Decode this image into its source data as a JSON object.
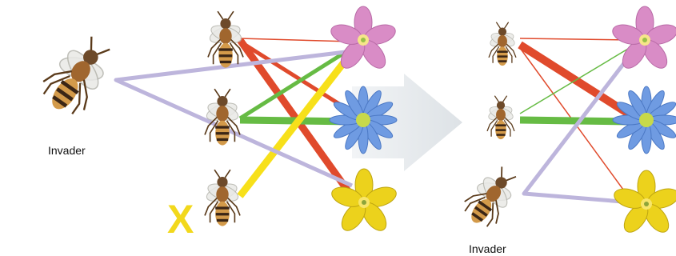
{
  "labels": {
    "invader_left": "Invader",
    "invader_right": "Invader",
    "removed_mark": "X"
  },
  "colors": {
    "link_purple": "#bdb5dc",
    "link_red": "#e04a2c",
    "link_green": "#66bb44",
    "link_yellow": "#f7e01a",
    "flower_pink": "#d98cc6",
    "flower_blue": "#6f9be2",
    "flower_yellow": "#ecd21c",
    "arrow_gray": "#e6eaed"
  },
  "panels": [
    {
      "name": "before",
      "pollinators": [
        "invader-bee",
        "native-bee-1",
        "native-bee-2",
        "native-bee-3-removed"
      ],
      "flowers": [
        "pink-flower",
        "blue-flower",
        "yellow-flower"
      ]
    },
    {
      "name": "after",
      "pollinators": [
        "native-bee-1",
        "native-bee-2",
        "invader-bee"
      ],
      "flowers": [
        "pink-flower",
        "blue-flower",
        "yellow-flower"
      ]
    }
  ]
}
